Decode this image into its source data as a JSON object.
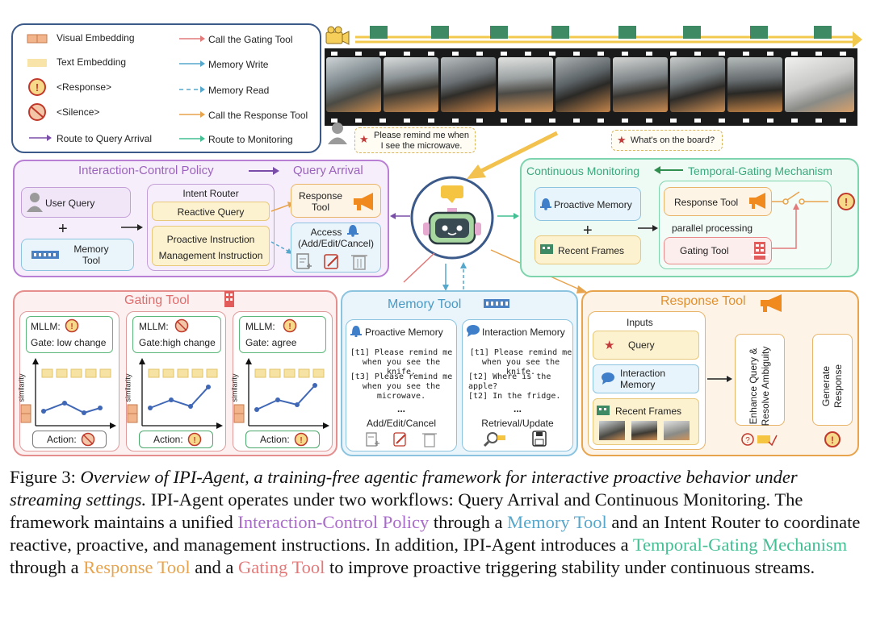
{
  "legend": {
    "visual_embedding": "Visual Embedding",
    "text_embedding": "Text Embedding",
    "response": "<Response>",
    "silence": "<Silence>",
    "route_query": "Route to Query Arrival",
    "call_gating": "Call the Gating Tool",
    "memory_write": "Memory Write",
    "memory_read": "Memory Read",
    "call_response": "Call the Response Tool",
    "route_monitoring": "Route to Monitoring"
  },
  "stream": {
    "bubble_user": "Please remind me when I see the microwave.",
    "bubble_board": "What's on the board?"
  },
  "interaction": {
    "title": "Interaction-Control Policy",
    "query_arrival": "Query Arrival",
    "user_query": "User Query",
    "plus": "+",
    "memory_tool": "Memory Tool",
    "intent_router": "Intent Router",
    "reactive_query": "Reactive Query",
    "proactive_instruction": "Proactive Instruction",
    "management_instruction": "Management Instruction",
    "response_tool": "Response Tool",
    "access": "Access",
    "access_sub": "(Add/Edit/Cancel)"
  },
  "monitoring": {
    "title": "Continuous Monitoring",
    "gating_mech": "Temporal-Gating Mechanism",
    "proactive_memory": "Proactive Memory",
    "plus": "+",
    "recent_frames": "Recent Frames",
    "response_tool": "Response Tool",
    "parallel": "parallel processing",
    "gating_tool": "Gating Tool"
  },
  "gating": {
    "title": "Gating Tool",
    "ylabel": "similarity",
    "panels": [
      {
        "mllm": "MLLM:",
        "gate": "Gate:  low change",
        "action": "Action:"
      },
      {
        "mllm": "MLLM:",
        "gate": "Gate:high change",
        "action": "Action:"
      },
      {
        "mllm": "MLLM:",
        "gate": "Gate:  agree",
        "action": "Action:"
      }
    ]
  },
  "memory": {
    "title": "Memory Tool",
    "proactive_title": "Proactive Memory",
    "proactive_items": [
      [
        "[t1] Please remind me",
        "when you see the knife."
      ],
      [
        "[t3] Please remind me",
        "when you see the",
        "microwave."
      ]
    ],
    "ellipsis": "...",
    "proactive_footer": "Add/Edit/Cancel",
    "interaction_title": "Interaction Memory",
    "interaction_items": [
      [
        "[t1] Please remind me",
        "when you see the knife."
      ],
      [
        "[t2] Where is the apple?"
      ],
      [
        "[t2] In the fridge."
      ]
    ],
    "interaction_footer": "Retrieval/Update"
  },
  "response": {
    "title": "Response Tool",
    "inputs": "Inputs",
    "query": "Query",
    "interaction_memory": "Interaction Memory",
    "recent_frames": "Recent Frames",
    "enhance": "Enhance Query &",
    "resolve": "Resolve Ambiguity",
    "generate": "Generate",
    "response_word": "Response"
  },
  "caption": {
    "fig": "Figure 3:",
    "italic": "Overview of IPI-Agent, a training-free agentic framework for interactive proactive behavior under streaming settings.",
    "s1": "IPI-Agent operates under two workflows: Query Arrival and Continuous Monitoring. The framework maintains a unified",
    "icp": "Interaction-Control Policy",
    "s2": "through a",
    "mt": "Memory Tool",
    "s3": "and an Intent Router to coordinate reactive, proactive, and management instructions. In addition, IPI-Agent introduces a",
    "tgm": "Temporal-Gating Mechanism",
    "s4": "through a",
    "rt": "Response Tool",
    "s5": "and a",
    "gt": "Gating Tool",
    "s6": "to improve proactive triggering stability under continuous streams."
  },
  "colors": {
    "purple": "#a86bc9",
    "blue": "#55a7cc",
    "green": "#43bf93",
    "orange": "#e8a34d",
    "red": "#e27a7a",
    "navy": "#3b5a8a"
  }
}
